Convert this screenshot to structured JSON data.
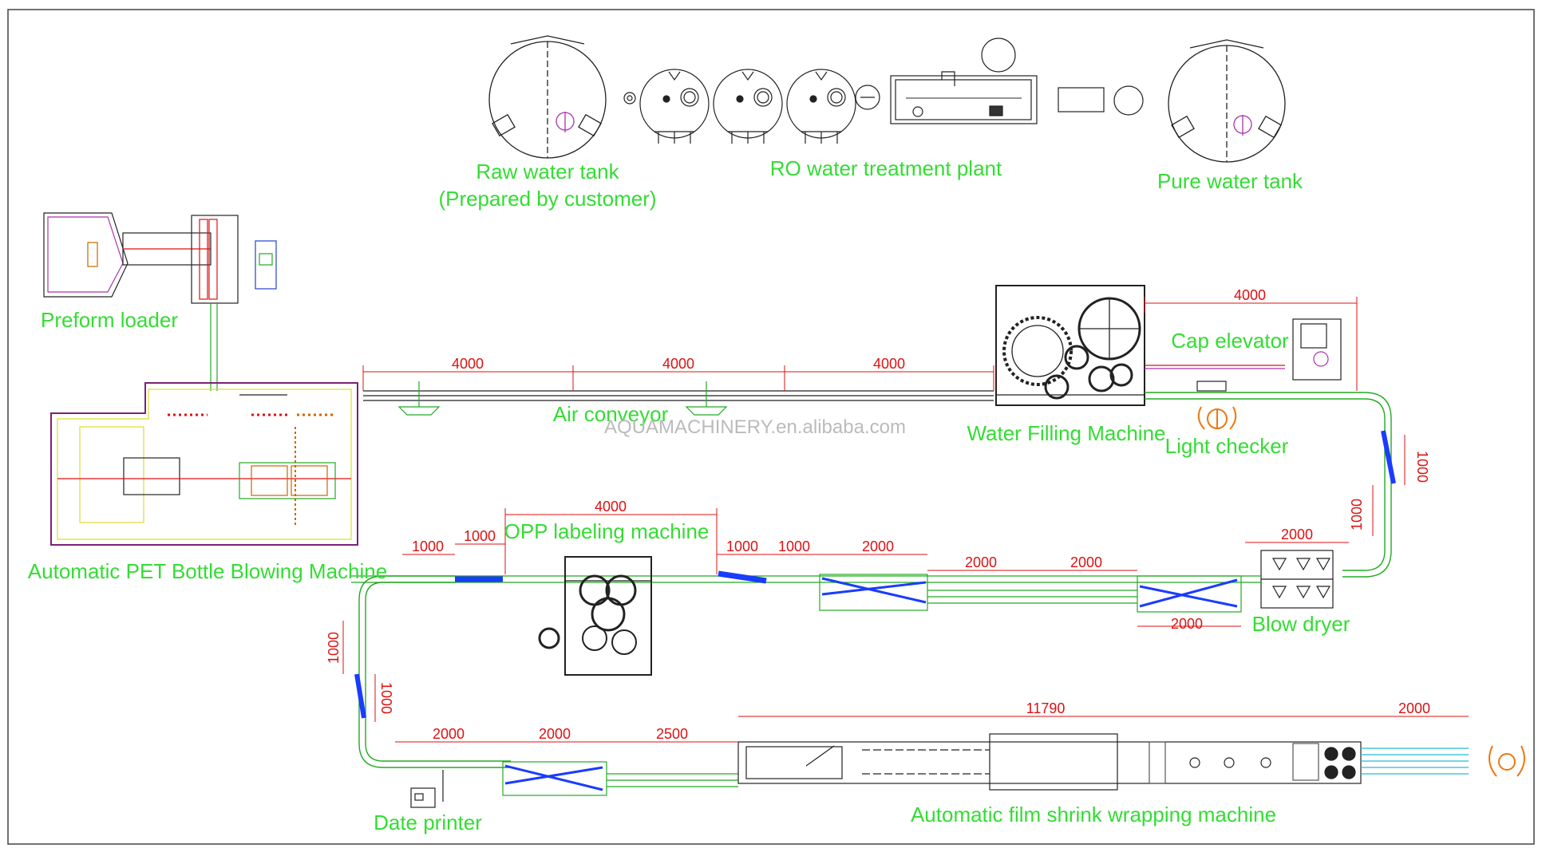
{
  "labels": {
    "raw_tank_1": "Raw water tank",
    "raw_tank_2": "(Prepared by customer)",
    "ro_plant": "RO water treatment plant",
    "pure_tank": "Pure water tank",
    "preform_loader": "Preform loader",
    "air_conveyor": "Air conveyor",
    "filling": "Water Filling Machine",
    "cap_elevator": "Cap elevator",
    "light_checker": "Light checker",
    "blowing": "Automatic PET Bottle Blowing Machine",
    "opp": "OPP labeling machine",
    "blow_dryer": "Blow dryer",
    "date_printer": "Date printer",
    "shrink": "Automatic film shrink wrapping machine"
  },
  "watermark": "AQUAMACHINERY.en.alibaba.com",
  "dimensions": {
    "air1": "4000",
    "air2": "4000",
    "air3": "4000",
    "top_right": "4000",
    "right_v1": "1000",
    "right_v2": "1000",
    "opp_width": "4000",
    "mid_1000a": "1000",
    "mid_1000b": "1000",
    "mid_1000c": "1000",
    "mid_1000d": "1000",
    "mid_2000a": "2000",
    "mid_2000b": "2000",
    "mid_2000c": "2000",
    "dryer_top": "2000",
    "dryer_bottom": "2000",
    "left_v1": "1000",
    "left_v2": "1000",
    "bot_2000a": "2000",
    "bot_2000b": "2000",
    "bot_2500": "2500",
    "shrink_len": "11790",
    "end_2000": "2000"
  },
  "colors": {
    "label_green": "#33dd33",
    "dimension_red": "#dd1111",
    "conveyor_blue": "#1a3cff",
    "machine_line": "#222222"
  }
}
